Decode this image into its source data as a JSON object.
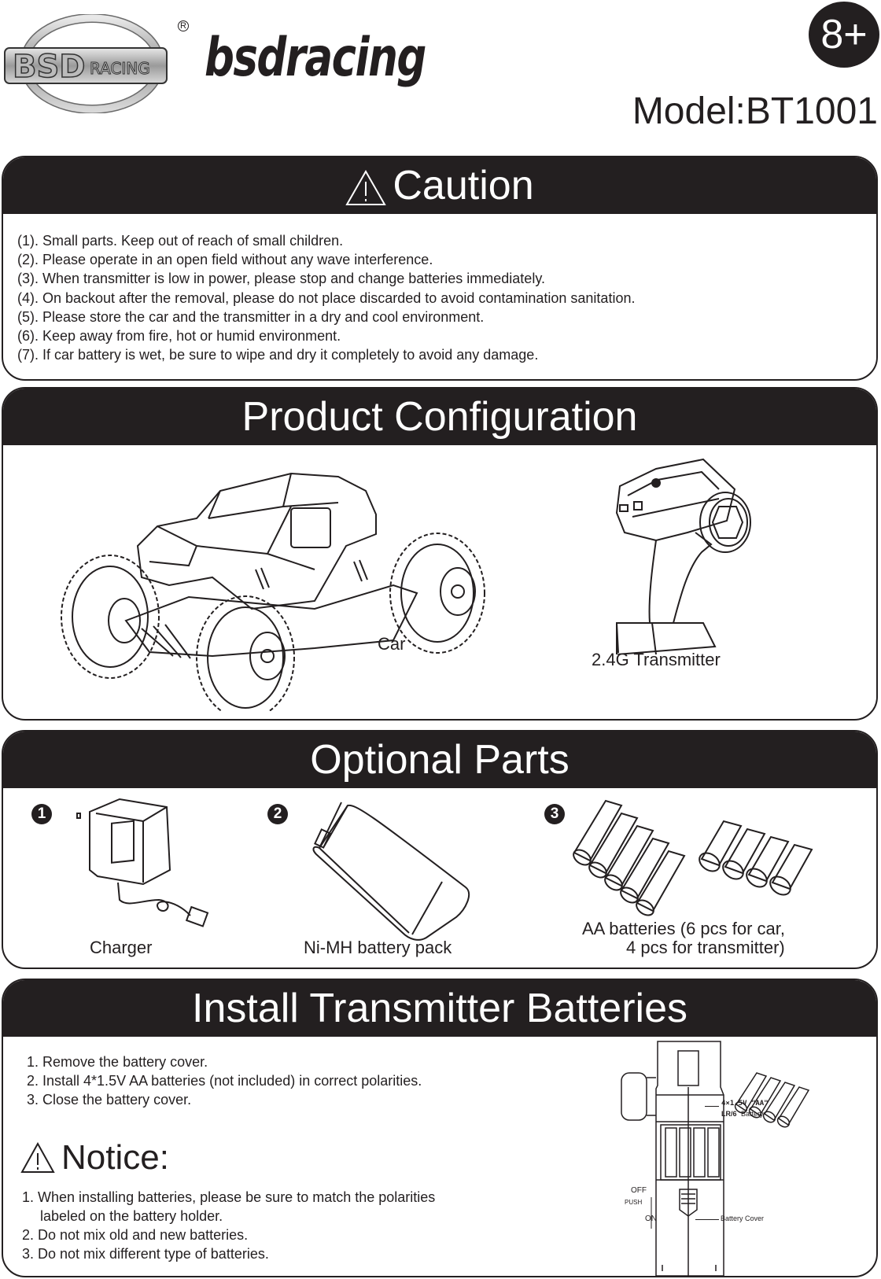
{
  "header": {
    "brand_emblem_text": "BSD RACING",
    "registered_mark": "R",
    "wordmark": "bsdracing",
    "age_badge": "8+",
    "model": "Model:BT1001"
  },
  "caution": {
    "title": "Caution",
    "icon": "warning-triangle-icon",
    "items": [
      "(1). Small parts. Keep out of reach of small children.",
      "(2). Please operate in an open field without any wave interference.",
      "(3). When transmitter is low in power, please stop and change batteries immediately.",
      "(4). On backout after the removal, please do not place discarded to avoid contamination sanitation.",
      "(5). Please store the car and the transmitter in a dry and cool environment.",
      "(6). Keep away from fire, hot or humid environment.",
      "(7). If car battery is wet, be sure to wipe and dry it completely to avoid any damage."
    ]
  },
  "config": {
    "title": "Product Configuration",
    "car_label": "Car",
    "transmitter_label": "2.4G Transmitter"
  },
  "optional": {
    "title": "Optional Parts",
    "items": [
      {
        "number": "1",
        "label": "Charger"
      },
      {
        "number": "2",
        "label": "Ni-MH battery pack"
      },
      {
        "number": "3",
        "label_line1": "AA batteries (6 pcs for car,",
        "label_line2": "4 pcs for transmitter)"
      }
    ]
  },
  "install": {
    "title": "Install Transmitter Batteries",
    "steps": [
      "1. Remove the battery cover.",
      "2. Install 4*1.5V AA batteries (not included) in correct polarities.",
      "3. Close the battery cover."
    ],
    "notice_title": "Notice:",
    "notice_items": [
      "1. When installing batteries, please be sure to match the polarities",
      "labeled on the battery holder.",
      "2. Do not mix old and new batteries.",
      "3. Do not mix different type of batteries."
    ],
    "diagram": {
      "battery_spec": "4×1.5V \"AA\"",
      "battery_type": "LR/6",
      "battery_label": "Battery",
      "off_label": "OFF",
      "push_label": "PUSH",
      "on_label": "ON",
      "cover_label": "Battery Cover"
    }
  }
}
